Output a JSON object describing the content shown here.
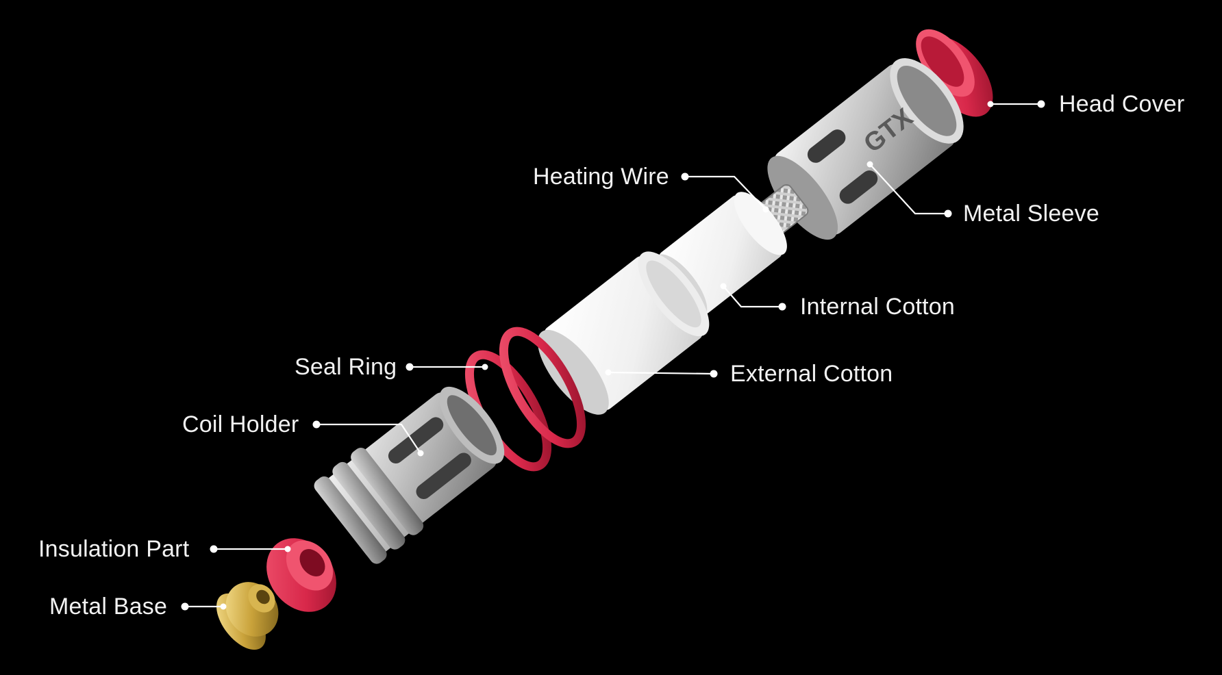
{
  "labels": {
    "head_cover": "Head Cover",
    "metal_sleeve": "Metal Sleeve",
    "heating_wire": "Heating Wire",
    "internal_cotton": "Internal Cotton",
    "external_cotton": "External Cotton",
    "seal_ring": "Seal Ring",
    "coil_holder": "Coil Holder",
    "insulation_part": "Insulation Part",
    "metal_base": "Metal Base"
  },
  "sleeve_marking": "GTX",
  "colors": {
    "background": "#000000",
    "rubber_red": "#d8284a",
    "metal_silver": "#b9b9b9",
    "cotton_white": "#f2f2f2",
    "base_gold": "#c9a23a",
    "label_text": "#f2f2f2"
  }
}
